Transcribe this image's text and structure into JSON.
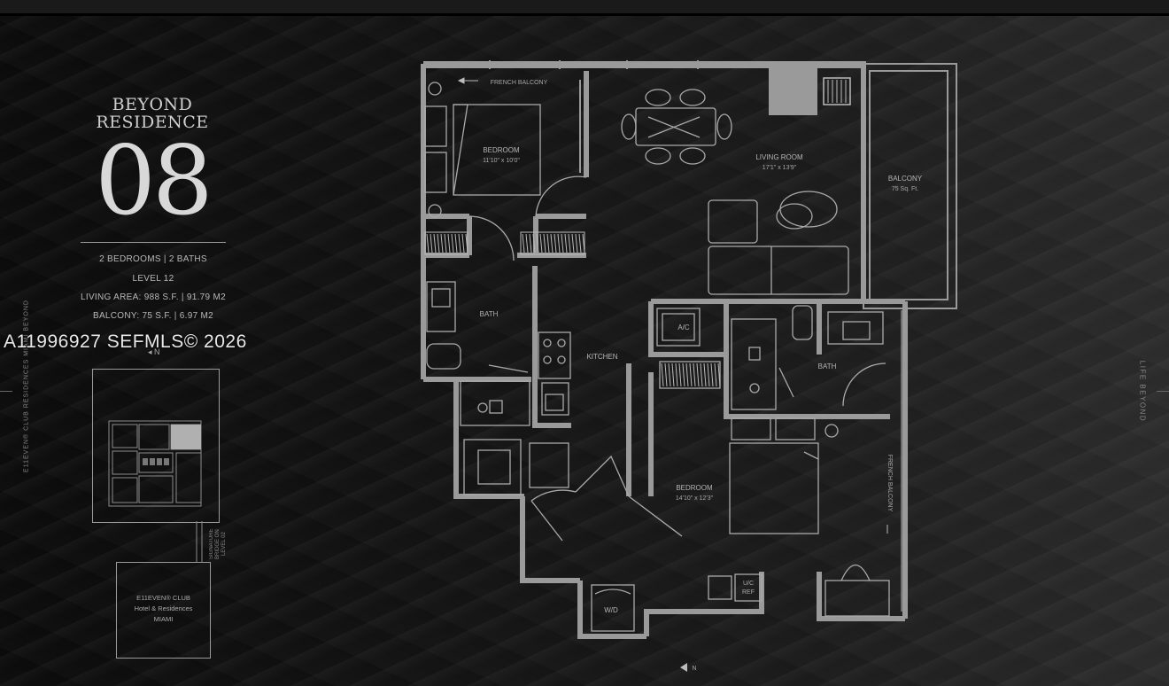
{
  "listing": {
    "title_line1": "BEYOND",
    "title_line2": "RESIDENCE",
    "unit_number": "08",
    "beds_baths": "2 BEDROOMS | 2 BATHS",
    "level": "LEVEL 12",
    "living_area": "LIVING AREA: 988 S.F. | 91.79 M2",
    "balcony_area": "BALCONY: 75 S.F. | 6.97 M2"
  },
  "watermark": "A11996927  SEFMLS© 2026",
  "side_text": {
    "left_vertical": "E11EVEN® CLUB RESIDENCES MIAMI BEYOND",
    "right_vertical": "LIFE BEYOND"
  },
  "keyplan": {
    "north_label": "N",
    "bridge_label_1": "SIGNATURE",
    "bridge_label_2": "BRIDGE",
    "bridge_label_3": "ON LEVEL 02",
    "club_line1": "E11EVEN® CLUB",
    "club_line2": "Hotel & Residences",
    "club_line3": "MIAMI"
  },
  "plan": {
    "french_balcony_top": "FRENCH BALCONY",
    "bedroom1_name": "BEDROOM",
    "bedroom1_dims": "11'10\" x 10'0\"",
    "living_name": "LIVING ROOM",
    "living_dims": "17'1\" x 13'9\"",
    "balcony_name": "BALCONY",
    "balcony_dims": "75 Sq. Ft.",
    "bath1": "BATH",
    "kitchen": "KITCHEN",
    "ac": "A/C",
    "bath2": "BATH",
    "bedroom2_name": "BEDROOM",
    "bedroom2_dims": "14'10\" x 12'3\"",
    "french_balcony_side": "FRENCH BALCONY",
    "ucref_1": "U/C",
    "ucref_2": "REF",
    "wd": "W/D",
    "north_label": "N"
  },
  "colors": {
    "wall": "#9a9a9a",
    "background": "#0d0d0d",
    "text": "#c8c8c8"
  }
}
